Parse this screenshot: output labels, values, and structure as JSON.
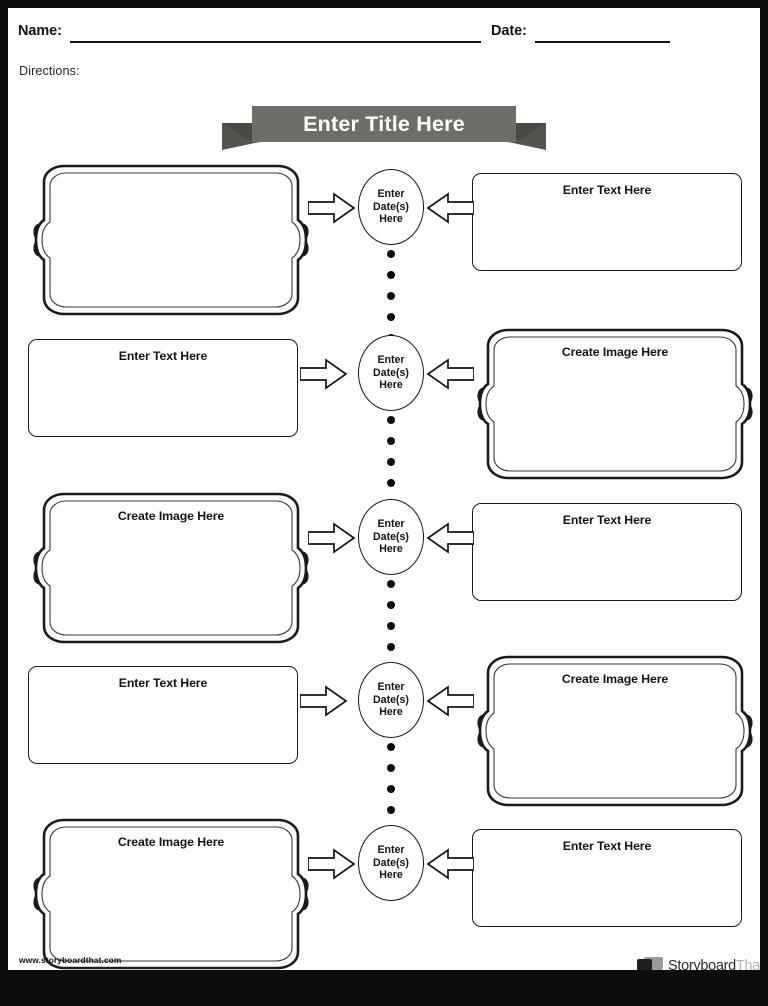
{
  "page": {
    "background": "#ffffff",
    "border_color": "#000000"
  },
  "header": {
    "name_label": "Name:",
    "date_label": "Date:",
    "directions_label": "Directions:"
  },
  "banner": {
    "title": "Enter Title Here",
    "fill_color": "#6e6e68",
    "tail_color": "#55554f",
    "text_color": "#ffffff"
  },
  "labels": {
    "text_placeholder": "Enter Text Here",
    "image_placeholder": "Create Image Here",
    "date_placeholder_line1": "Enter",
    "date_placeholder_line2": "Date(s)",
    "date_placeholder_line3": "Here"
  },
  "timeline": {
    "dot_count_between_nodes": 5,
    "rows": [
      {
        "left_type": "image-frame",
        "left_label": "",
        "right_type": "text-box",
        "right_label": "Enter Text Here",
        "date_label": "Enter Date(s) Here"
      },
      {
        "left_type": "text-box",
        "left_label": "Enter Text Here",
        "right_type": "image-frame",
        "right_label": "Create Image Here",
        "date_label": "Enter Date(s) Here"
      },
      {
        "left_type": "image-frame",
        "left_label": "Create Image Here",
        "right_type": "text-box",
        "right_label": "Enter Text Here",
        "date_label": "Enter Date(s) Here"
      },
      {
        "left_type": "text-box",
        "left_label": "Enter Text Here",
        "right_type": "image-frame",
        "right_label": "Create Image Here",
        "date_label": "Enter Date(s) Here"
      },
      {
        "left_type": "image-frame",
        "left_label": "Create Image Here",
        "right_type": "text-box",
        "right_label": "Enter Text Here",
        "date_label": "Enter Date(s) Here"
      }
    ]
  },
  "footer": {
    "url": "www.storyboardthat.com",
    "logo_text_dark": "Storyboard",
    "logo_text_light": "That",
    "logo_icon": "speech-bubbles-icon"
  }
}
